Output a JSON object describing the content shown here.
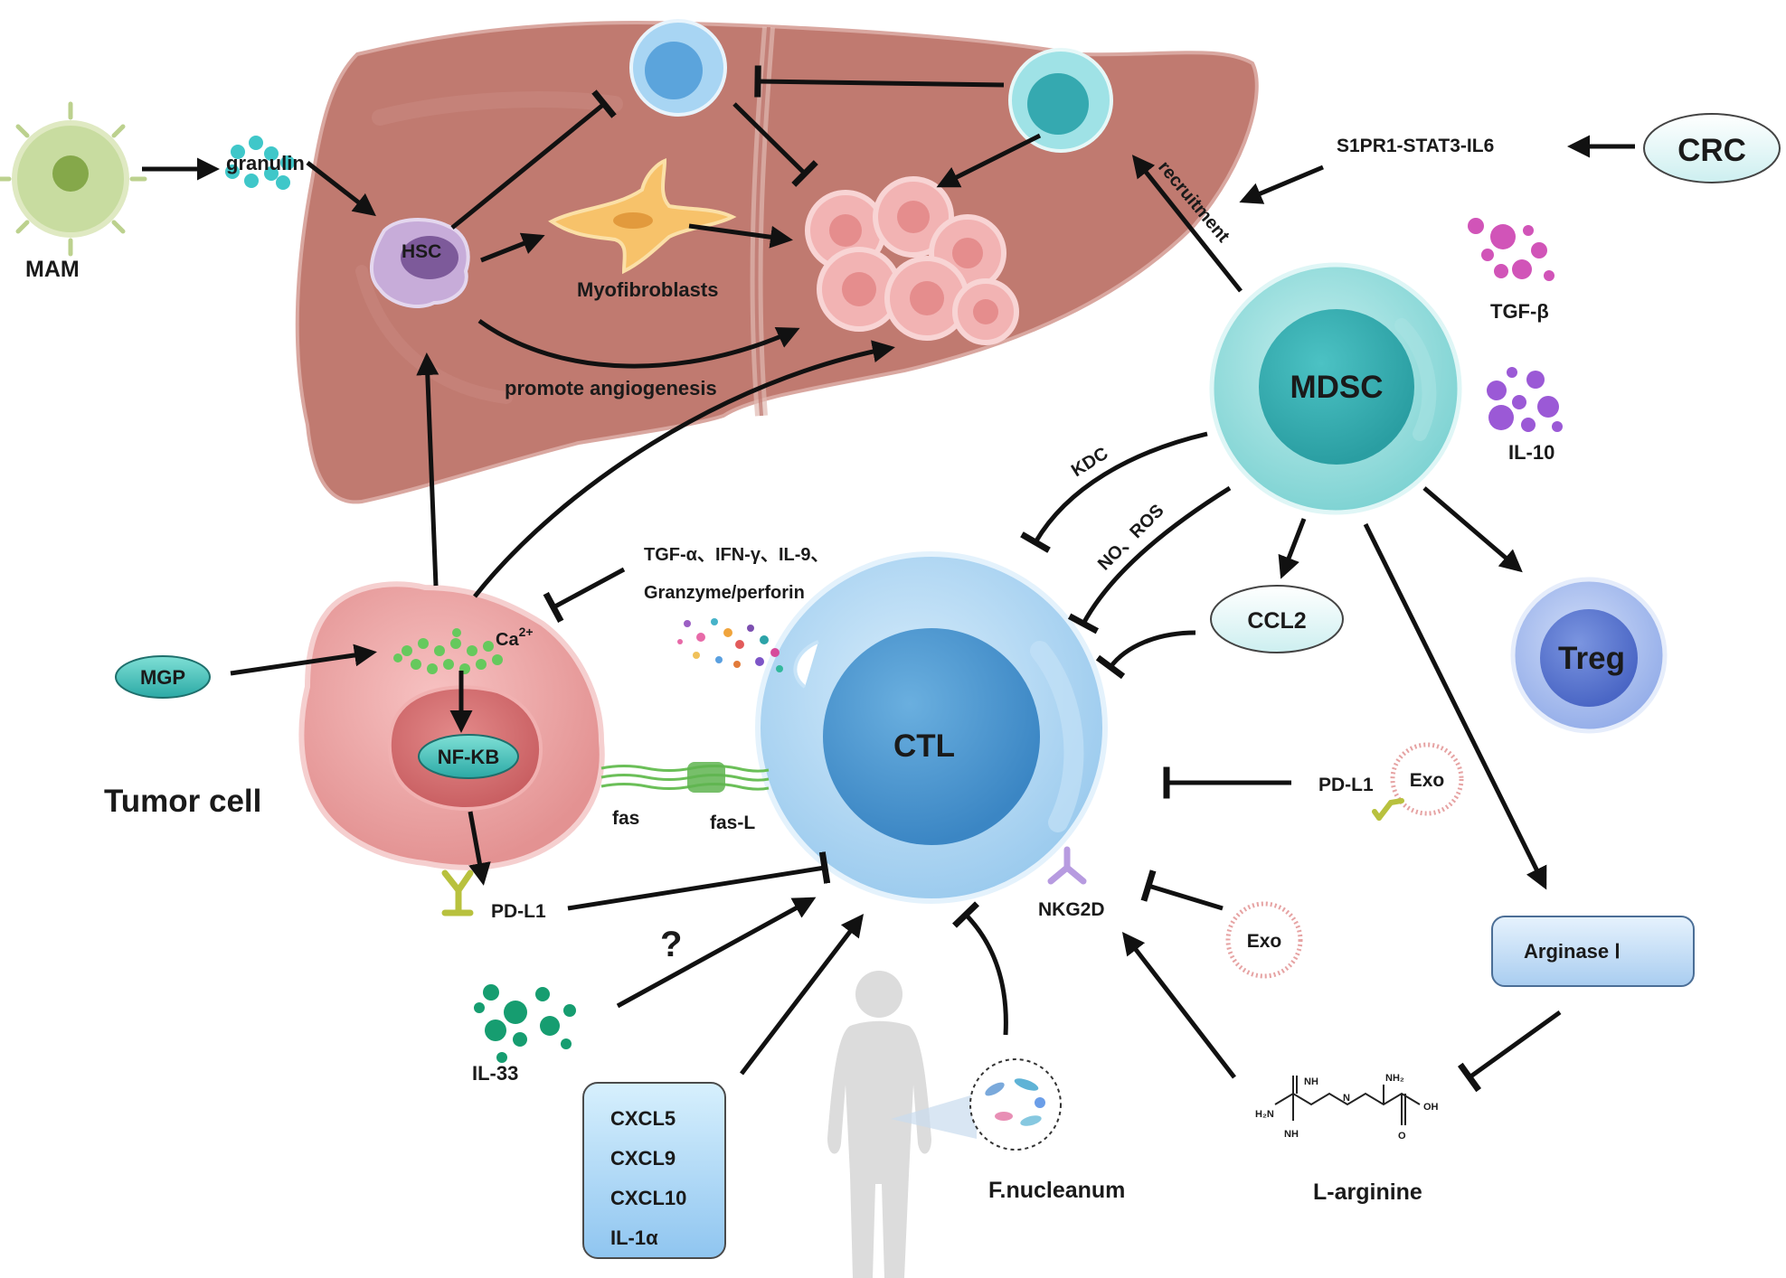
{
  "labels": {
    "mam": "MAM",
    "granulin": "granulin",
    "hsc": "HSC",
    "myofibroblasts": "Myofibroblasts",
    "promote_angiogenesis": "promote angiogenesis",
    "recruitment": "recruitment",
    "s1pr1": "S1PR1-STAT3-IL6",
    "crc": "CRC",
    "mdsc": "MDSC",
    "tgf_beta": "TGF-β",
    "il10": "IL-10",
    "kdc": "KDC",
    "no_ros": "NO、ROS",
    "ccl2": "CCL2",
    "treg": "Treg",
    "ctl": "CTL",
    "tgf_line1": "TGF-α、IFN-γ、IL-9、",
    "tgf_line2": "Granzyme/perforin",
    "mgp": "MGP",
    "ca": "Ca",
    "ca_sup": "2+",
    "nfkb": "NF-KB",
    "tumor_cell": "Tumor cell",
    "fas": "fas",
    "fas_l": "fas-L",
    "pdl1_tumor": "PD-L1",
    "pdl1_exo": "PD-L1",
    "exo1": "Exo",
    "exo2": "Exo",
    "nkg2d": "NKG2D",
    "question": "?",
    "il33": "IL-33",
    "chemokines": [
      "CXCL5",
      "CXCL9",
      "CXCL10",
      "IL-1α"
    ],
    "fnucleatum": "F.nucleanum",
    "arginase": "Arginase Ⅰ",
    "larginine": "L-arginine",
    "chem_h2n": "H₂N",
    "chem_nh_left": "NH",
    "chem_nh_bottom": "NH",
    "chem_nh2": "NH₂",
    "chem_oh": "OH",
    "chem_n": "N",
    "chem_o": "O"
  },
  "colors": {
    "liver": "#c07a70",
    "ctl": "#5aa2d6",
    "mdsc": "#3bb1b5",
    "treg": "#5c78cf",
    "tumor": "#e9a2a2",
    "arrow": "#111111"
  }
}
